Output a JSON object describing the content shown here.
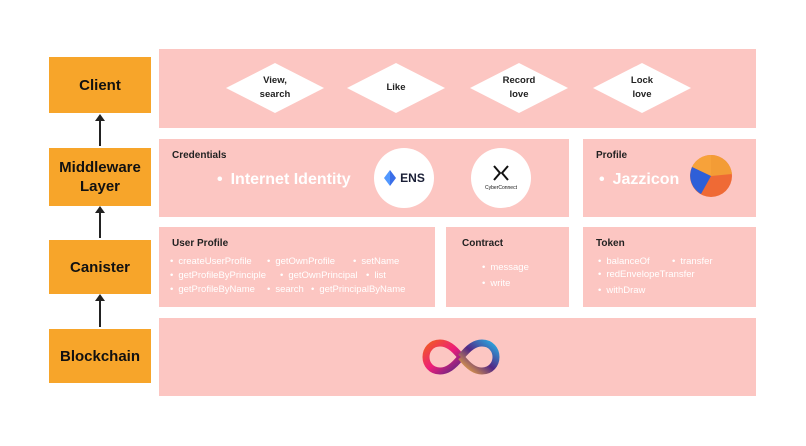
{
  "layers": [
    "Client",
    "Middleware\nLayer",
    "Canister",
    "Blockchain"
  ],
  "client": {
    "actions": [
      "View,\nsearch",
      "Like",
      "Record\nlove",
      "Lock\nlove"
    ]
  },
  "middleware": {
    "credentials": {
      "title": "Credentials",
      "item": "Internet Identity",
      "ens_label": "ENS",
      "cyberconnect_label": "CyberConnect"
    },
    "profile": {
      "title": "Profile",
      "item": "Jazzicon"
    }
  },
  "canister": {
    "user_profile": {
      "title": "User Profile",
      "rows": [
        [
          "createUserProfile",
          "getOwnProfile",
          "setName"
        ],
        [
          "getProfileByPrinciple",
          "getOwnPrincipal",
          "list"
        ],
        [
          "getProfileByName",
          "search",
          "getPrincipalByName"
        ]
      ]
    },
    "contract": {
      "title": "Contract",
      "items": [
        "message",
        "write"
      ]
    },
    "token": {
      "title": "Token",
      "items": [
        "balanceOf",
        "transfer",
        "redEnvelopeTransfer",
        "withDraw"
      ]
    }
  },
  "colors": {
    "layer_box": "#f7a52a",
    "panel": "#fcc6c2",
    "text_on_panel": "#ffffff"
  },
  "icons": [
    "ens-logo-icon",
    "cyberconnect-logo-icon",
    "jazzicon-pie-icon",
    "internet-computer-infinity-icon"
  ]
}
